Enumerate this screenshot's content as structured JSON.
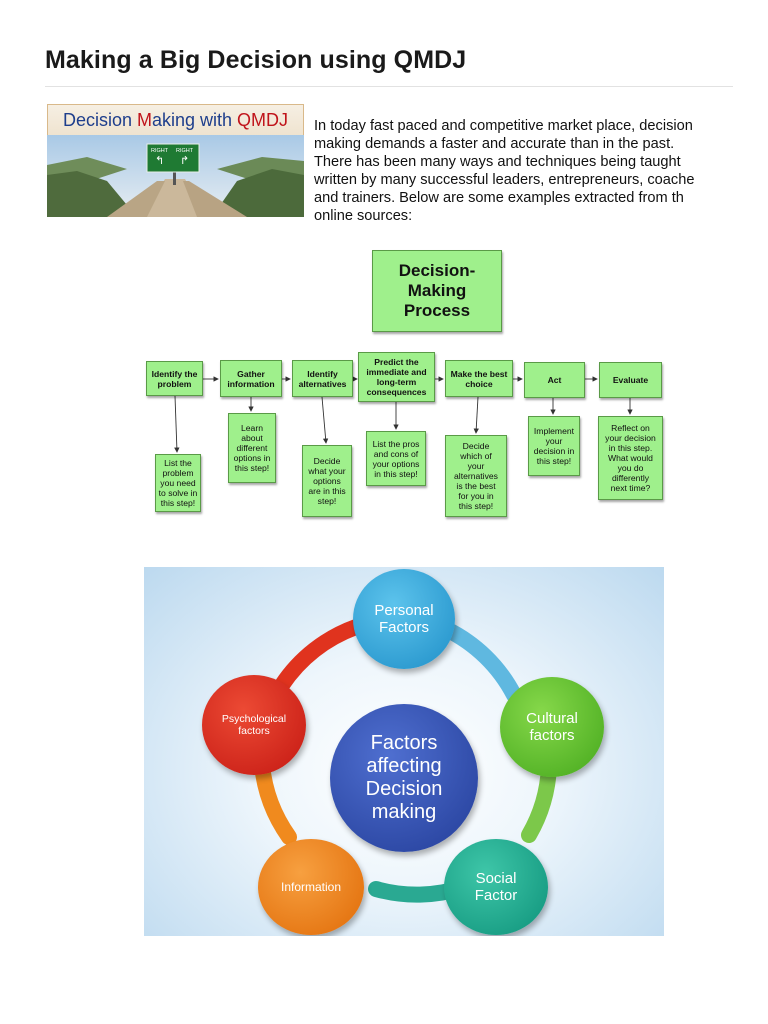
{
  "page": {
    "title": "Making a Big Decision using QMDJ"
  },
  "banner": {
    "title_part1": "Decision ",
    "title_part2": "M",
    "title_part3": "aking with ",
    "title_part4": "QMDJ",
    "sign_left": "RIGHT",
    "sign_right": "RIGHT"
  },
  "intro": {
    "text": "In today fast paced and competitive market place, decision\nmaking demands a faster and accurate than in the past.\n There has been many ways and techniques being taught\nwritten by many successful leaders, entrepreneurs, coache\nand trainers.  Below are some examples extracted from th\nonline sources:"
  },
  "flowchart": {
    "title": "Decision-\nMaking\nProcess",
    "steps": [
      {
        "label": "Identify the\nproblem",
        "detail": "List the\nproblem\nyou need\nto solve in\nthis step!"
      },
      {
        "label": "Gather\ninformation",
        "detail": "Learn\nabout\ndifferent\noptions in\nthis step!"
      },
      {
        "label": "Identify\nalternatives",
        "detail": "Decide\nwhat your\noptions\nare in this\nstep!"
      },
      {
        "label": "Predict the\nimmediate and\nlong-term\nconsequences",
        "detail": "List the pros\nand cons of\nyour options\nin this step!"
      },
      {
        "label": "Make the best\nchoice",
        "detail": "Decide\nwhich of\nyour\nalternatives\nis the best\nfor you in\nthis step!"
      },
      {
        "label": "Act",
        "detail": "Implement\nyour\ndecision in\nthis step!"
      },
      {
        "label": "Evaluate",
        "detail": "Reflect on\nyour decision\nin this step.\nWhat would\nyou do\ndifferently\nnext time?"
      }
    ]
  },
  "factors": {
    "center": "Factors\naffecting\nDecision\nmaking",
    "personal": "Personal\nFactors",
    "cultural": "Cultural\nfactors",
    "social": "Social\nFactor",
    "information": "Information",
    "psychological": "Psychological\nfactors",
    "colors": {
      "personal": "#2aa3d8",
      "cultural": "#5bbf2a",
      "social": "#17a98a",
      "information": "#f07c10",
      "psychological": "#d8231c",
      "center": "#2d4aa8"
    }
  }
}
